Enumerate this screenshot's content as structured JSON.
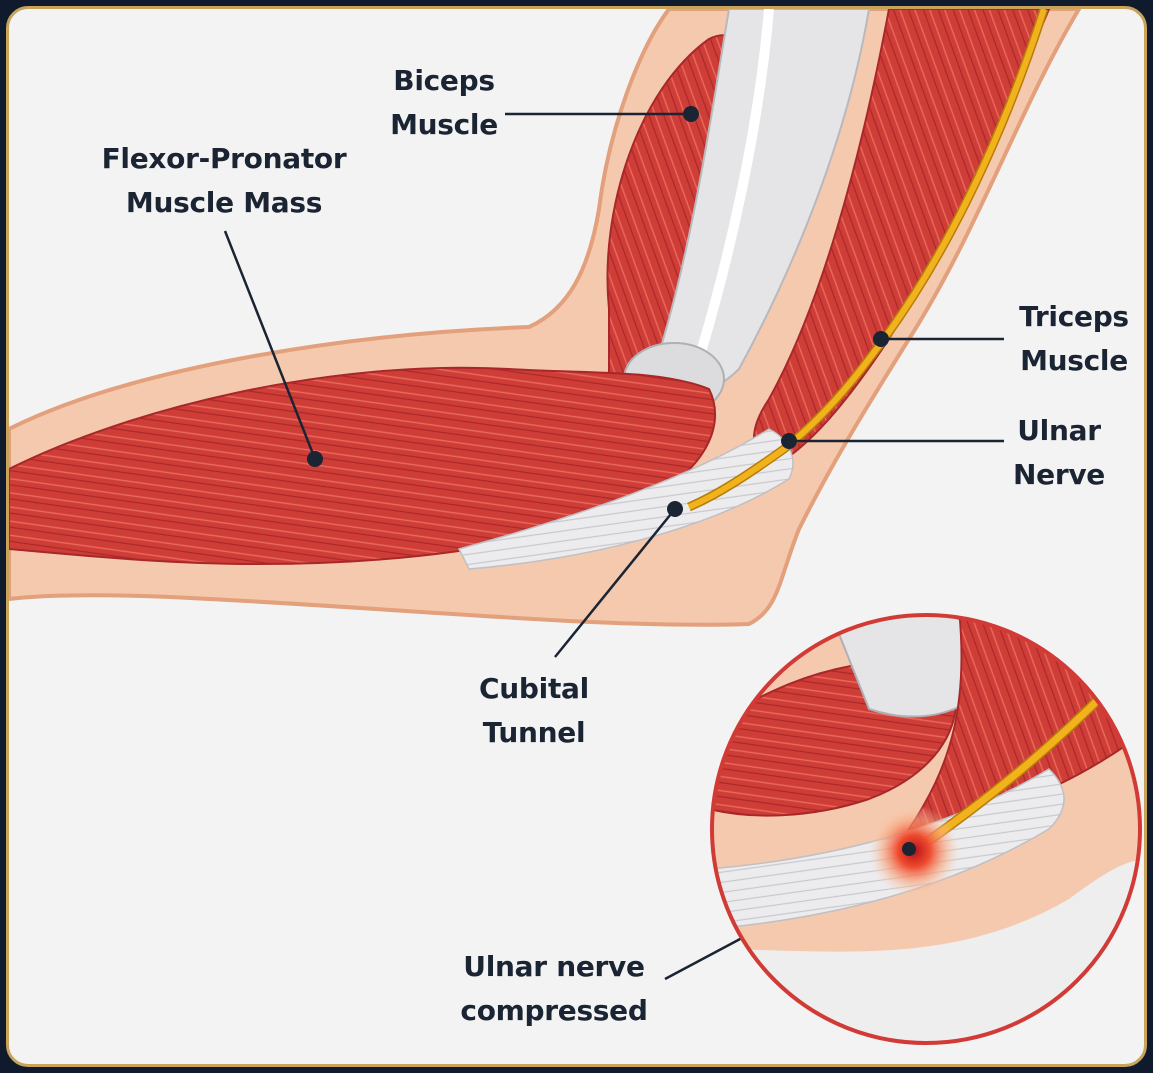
{
  "labels": {
    "biceps": "Biceps\nMuscle",
    "flexor": "Flexor-Pronator\nMuscle Mass",
    "triceps": "Triceps\nMuscle",
    "ulnar": "Ulnar\nNerve",
    "cubital": "Cubital\nTunnel",
    "compressed": "Ulnar nerve\ncompressed"
  },
  "colors": {
    "background": "#f3f3f3",
    "frame": "#0f1b2d",
    "skin": "#f4c9ad",
    "skin_edge": "#e3a07c",
    "muscle": "#cc3b36",
    "muscle_dark": "#a8282a",
    "tendon": "#e8e8ea",
    "nerve": "#f2b21c",
    "inset_border": "#d23a36"
  }
}
